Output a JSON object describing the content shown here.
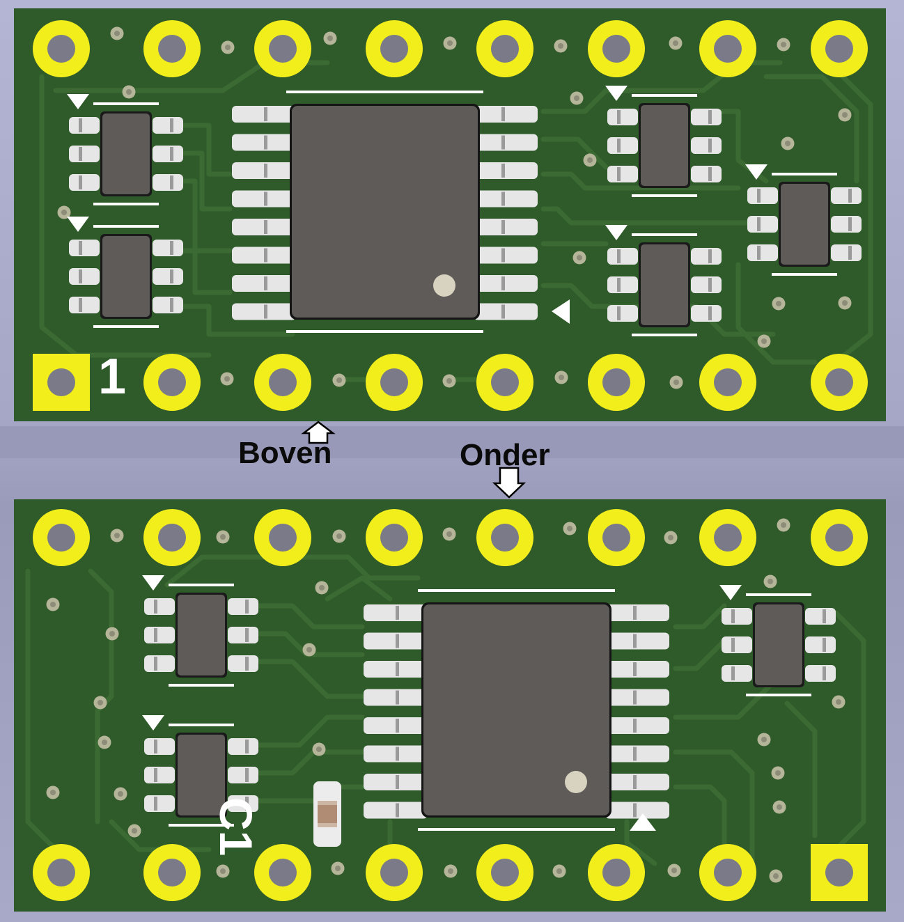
{
  "labels": {
    "top_side": "Boven",
    "bottom_side": "Onder",
    "pin1_marker": "1",
    "capacitor_ref": "C1"
  },
  "colors": {
    "background": "#b0b0d0",
    "board": "#2f5a2a",
    "trace": "#3b6a33",
    "copper_pad": "#f2ee1c",
    "drill_hole": "#7a7a88",
    "via": "#b5b59a",
    "ic_body": "#5f5b58",
    "smd_pad": "#e6e6e6",
    "silkscreen": "#ffffff"
  },
  "icons": {
    "up_arrow": "up-arrow-icon",
    "down_arrow": "down-arrow-icon",
    "pin1_triangle": "pin1-triangle-icon"
  }
}
